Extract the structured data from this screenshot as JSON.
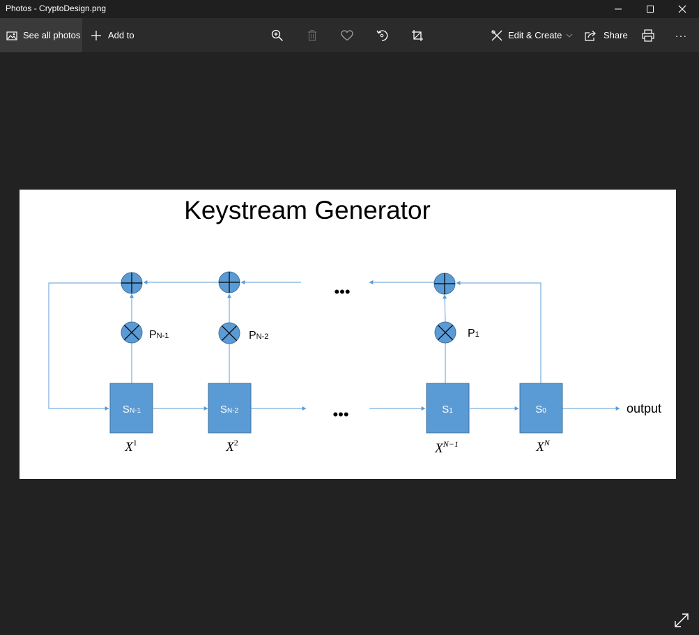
{
  "window": {
    "title": "Photos - CryptoDesign.png"
  },
  "toolbar": {
    "see_all_label": "See all photos",
    "add_to_label": "Add to",
    "edit_create_label": "Edit & Create",
    "share_label": "Share",
    "more_label": "..."
  },
  "diagram": {
    "title": "Keystream Generator",
    "registers": [
      {
        "main": "S",
        "sub": "N-1",
        "label_base": "X",
        "label_sup": "1"
      },
      {
        "main": "S",
        "sub": "N-2",
        "label_base": "X",
        "label_sup": "2"
      },
      {
        "main": "S",
        "sub": "1",
        "label_base": "X",
        "label_sup": "N−1"
      },
      {
        "main": "S",
        "sub": "0",
        "label_base": "X",
        "label_sup": "N"
      }
    ],
    "coefficients": [
      {
        "main": "P",
        "sub": "N-1"
      },
      {
        "main": "P",
        "sub": "N-2"
      },
      {
        "main": "P",
        "sub": "1"
      }
    ],
    "ellipsis": "•••",
    "output_label": "output",
    "colors": {
      "box_fill": "#5b9bd5",
      "line": "#5b9bd5",
      "box_stroke": "#41719c"
    }
  }
}
